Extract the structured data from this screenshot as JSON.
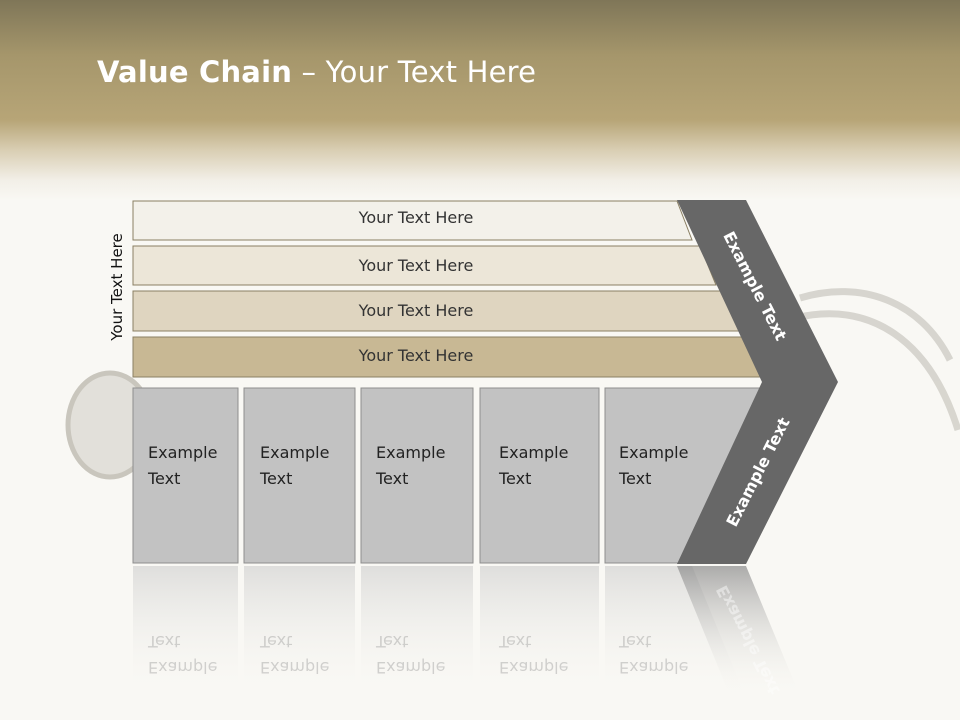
{
  "slide": {
    "title_bold": "Value Chain",
    "title_rest": " – Your Text Here",
    "side_label": "Your Text Here"
  },
  "bars": [
    {
      "label": "Your Text Here",
      "color": "#f3f1ea"
    },
    {
      "label": "Your Text Here",
      "color": "#ece6d8"
    },
    {
      "label": "Your Text Here",
      "color": "#dfd5c0"
    },
    {
      "label": "Your Text Here",
      "color": "#c8b894"
    }
  ],
  "boxes": [
    {
      "label": "Example Text"
    },
    {
      "label": "Example Text"
    },
    {
      "label": "Example Text"
    },
    {
      "label": "Example Text"
    },
    {
      "label": "Example Text"
    }
  ],
  "chevron": {
    "upper_label": "Example Text",
    "lower_label": "Example Text",
    "color": "#676767"
  },
  "colors": {
    "box_fill": "#c2c2c2",
    "box_stroke": "#8e8e8e"
  }
}
